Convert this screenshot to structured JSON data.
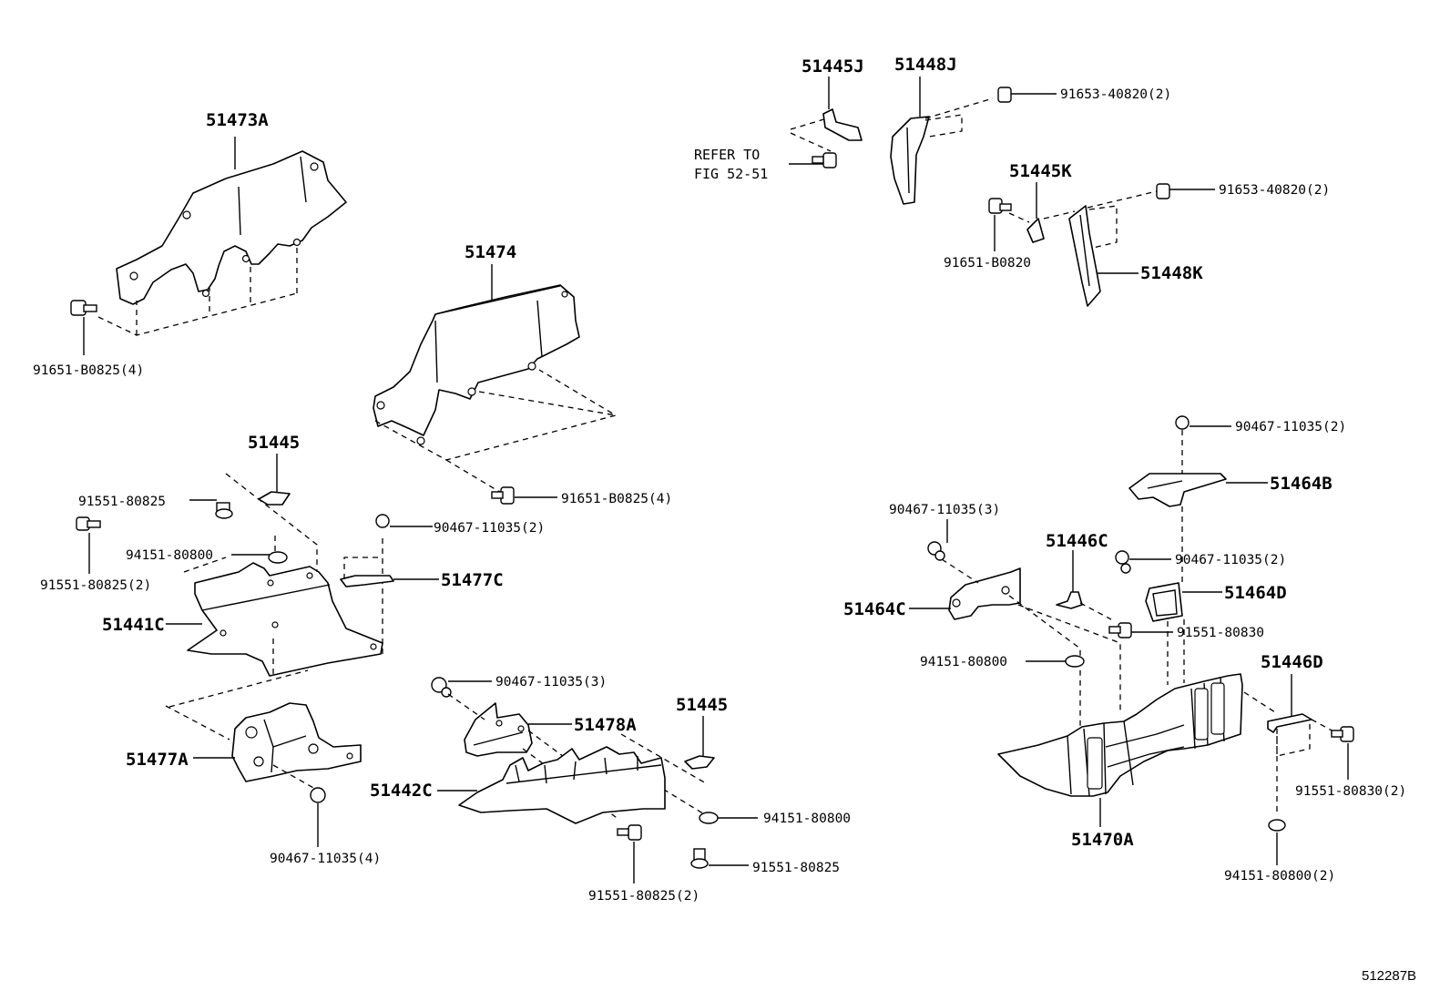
{
  "figure_id": "512287B",
  "refer_note": {
    "line1": "REFER TO",
    "line2": "FIG 52-51"
  },
  "labels": {
    "p51473A": "51473A",
    "f91651_B0825_4a": "91651-B0825(4)",
    "p51474": "51474",
    "f91651_B0825_4b": "91651-B0825(4)",
    "p51445a": "51445",
    "f91551_80825a": "91551-80825",
    "f91551_80825_2a": "91551-80825(2)",
    "f94151_80800a": "94151-80800",
    "f90467_11035_2a": "90467-11035(2)",
    "p51477C": "51477C",
    "p51441C": "51441C",
    "p51477A": "51477A",
    "f90467_11035_4": "90467-11035(4)",
    "f90467_11035_3a": "90467-11035(3)",
    "p51478A": "51478A",
    "p51445b": "51445",
    "p51442C": "51442C",
    "f94151_80800b": "94151-80800",
    "f91551_80825b": "91551-80825",
    "f91551_80825_2b": "91551-80825(2)",
    "p51445J": "51445J",
    "p51448J": "51448J",
    "f91653_40820_2a": "91653-40820(2)",
    "p51445K": "51445K",
    "f91653_40820_2b": "91653-40820(2)",
    "f91651_B0820": "91651-B0820",
    "p51448K": "51448K",
    "f90467_11035_2b": "90467-11035(2)",
    "p51464B": "51464B",
    "f90467_11035_3b": "90467-11035(3)",
    "p51446C": "51446C",
    "f90467_11035_2c": "90467-11035(2)",
    "p51464C": "51464C",
    "p51464D": "51464D",
    "f91551_80830": "91551-80830",
    "f94151_80800c": "94151-80800",
    "p51446D": "51446D",
    "f91551_80830_2": "91551-80830(2)",
    "p51470A": "51470A",
    "f94151_80800_2": "94151-80800(2)"
  }
}
